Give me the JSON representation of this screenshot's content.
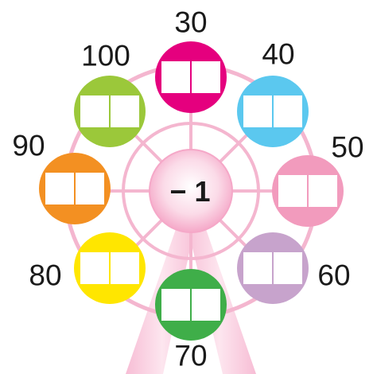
{
  "center": {
    "label": "− 1"
  },
  "cars": [
    {
      "id": "top",
      "number": "30",
      "color": "#e5007e",
      "answer": [
        "",
        ""
      ]
    },
    {
      "id": "upper-right",
      "number": "40",
      "color": "#5bc8ef",
      "answer": [
        "",
        ""
      ]
    },
    {
      "id": "right",
      "number": "50",
      "color": "#f29bbd",
      "answer": [
        "",
        ""
      ]
    },
    {
      "id": "lower-right",
      "number": "60",
      "color": "#c7a3cc",
      "answer": [
        "",
        ""
      ]
    },
    {
      "id": "bottom",
      "number": "70",
      "color": "#3fae49",
      "answer": [
        "",
        ""
      ]
    },
    {
      "id": "lower-left",
      "number": "80",
      "color": "#ffe600",
      "answer": [
        "",
        ""
      ]
    },
    {
      "id": "left",
      "number": "90",
      "color": "#f39022",
      "answer": [
        "",
        ""
      ]
    },
    {
      "id": "upper-left",
      "number": "100",
      "color": "#9bc83a",
      "answer": [
        "",
        ""
      ]
    }
  ],
  "colors": {
    "frame": "#f4b6cf",
    "hub_center": "#ffffff",
    "hub_edge": "#f5a8c8",
    "legs": "#f8c9dc"
  }
}
